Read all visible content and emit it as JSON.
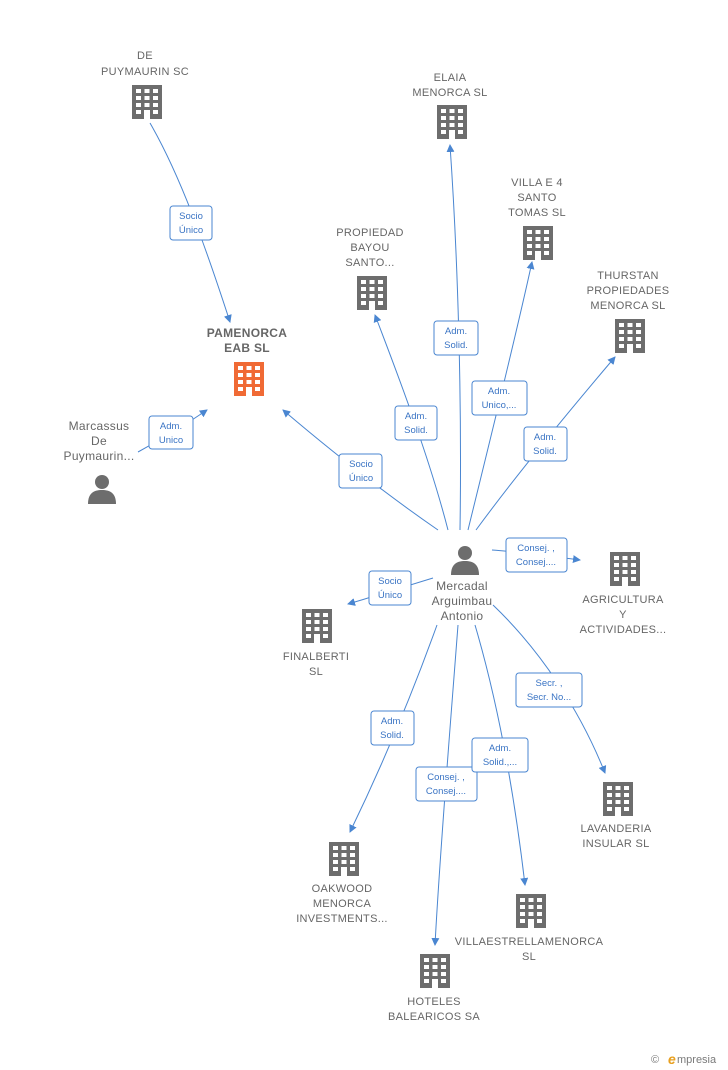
{
  "nodes": [
    {
      "id": "de-puymaurin",
      "kind": "company",
      "lines": [
        "DE",
        "PUYMAURIN SC"
      ]
    },
    {
      "id": "elaia",
      "kind": "company",
      "lines": [
        "ELAIA",
        "MENORCA  SL"
      ]
    },
    {
      "id": "villa-e4",
      "kind": "company",
      "lines": [
        "VILLA E 4",
        "SANTO",
        "TOMAS SL"
      ]
    },
    {
      "id": "propiedad-bayou",
      "kind": "company",
      "lines": [
        "PROPIEDAD",
        "BAYOU",
        "SANTO..."
      ]
    },
    {
      "id": "thurstan",
      "kind": "company",
      "lines": [
        "THURSTAN",
        "PROPIEDADES",
        "MENORCA  SL"
      ]
    },
    {
      "id": "pamenorca",
      "kind": "company-main",
      "lines": [
        "PAMENORCA",
        "EAB  SL"
      ]
    },
    {
      "id": "marcassus",
      "kind": "person",
      "lines": [
        "Marcassus",
        "De",
        "Puymaurin..."
      ]
    },
    {
      "id": "mercadal",
      "kind": "person",
      "lines": [
        "Mercadal",
        "Arguimbau",
        "Antonio"
      ]
    },
    {
      "id": "agricultura",
      "kind": "company",
      "lines": [
        "AGRICULTURA",
        "Y",
        "ACTIVIDADES..."
      ]
    },
    {
      "id": "finalberti",
      "kind": "company",
      "lines": [
        "FINALBERTI",
        "SL"
      ]
    },
    {
      "id": "lavanderia",
      "kind": "company",
      "lines": [
        "LAVANDERIA",
        "INSULAR  SL"
      ]
    },
    {
      "id": "oakwood",
      "kind": "company",
      "lines": [
        "OAKWOOD",
        "MENORCA",
        "INVESTMENTS..."
      ]
    },
    {
      "id": "villaestrella",
      "kind": "company",
      "lines": [
        "VILLAESTRELLAMENORCA",
        "SL"
      ]
    },
    {
      "id": "hoteles",
      "kind": "company",
      "lines": [
        "HOTELES",
        "BALEARICOS SA"
      ]
    }
  ],
  "edges": [
    {
      "id": "e-depuy-pamenorca",
      "label": [
        "Socio",
        "Único"
      ]
    },
    {
      "id": "e-marcassus-pamenorca",
      "label": [
        "Adm.",
        "Unico"
      ]
    },
    {
      "id": "e-mercadal-pamenorca",
      "label": [
        "Socio",
        "Único"
      ]
    },
    {
      "id": "e-mercadal-bayou",
      "label": [
        "Adm.",
        "Solid."
      ]
    },
    {
      "id": "e-mercadal-elaia",
      "label": [
        "Adm.",
        "Solid."
      ]
    },
    {
      "id": "e-mercadal-villa",
      "label": [
        "Adm.",
        "Unico,..."
      ]
    },
    {
      "id": "e-mercadal-thurstan",
      "label": [
        "Adm.",
        "Solid."
      ]
    },
    {
      "id": "e-mercadal-agricultura",
      "label": [
        "Consej. ,",
        "Consej...."
      ]
    },
    {
      "id": "e-mercadal-finalberti",
      "label": [
        "Socio",
        "Único"
      ]
    },
    {
      "id": "e-mercadal-lavanderia",
      "label": [
        "Secr. ,",
        "Secr. No..."
      ]
    },
    {
      "id": "e-mercadal-oakwood",
      "label": [
        "Adm.",
        "Solid."
      ]
    },
    {
      "id": "e-mercadal-hoteles",
      "label": [
        "Consej. ,",
        "Consej...."
      ]
    },
    {
      "id": "e-mercadal-villaestrella",
      "label": [
        "Adm.",
        "Solid.,..."
      ]
    }
  ],
  "colors": {
    "edge": "#4a86d1",
    "icon": "#6d6d6d",
    "icon_main": "#f06a35",
    "label": "#666666"
  },
  "footer": {
    "copyright": "©",
    "brand_initial": "e",
    "brand_rest": "mpresia"
  }
}
